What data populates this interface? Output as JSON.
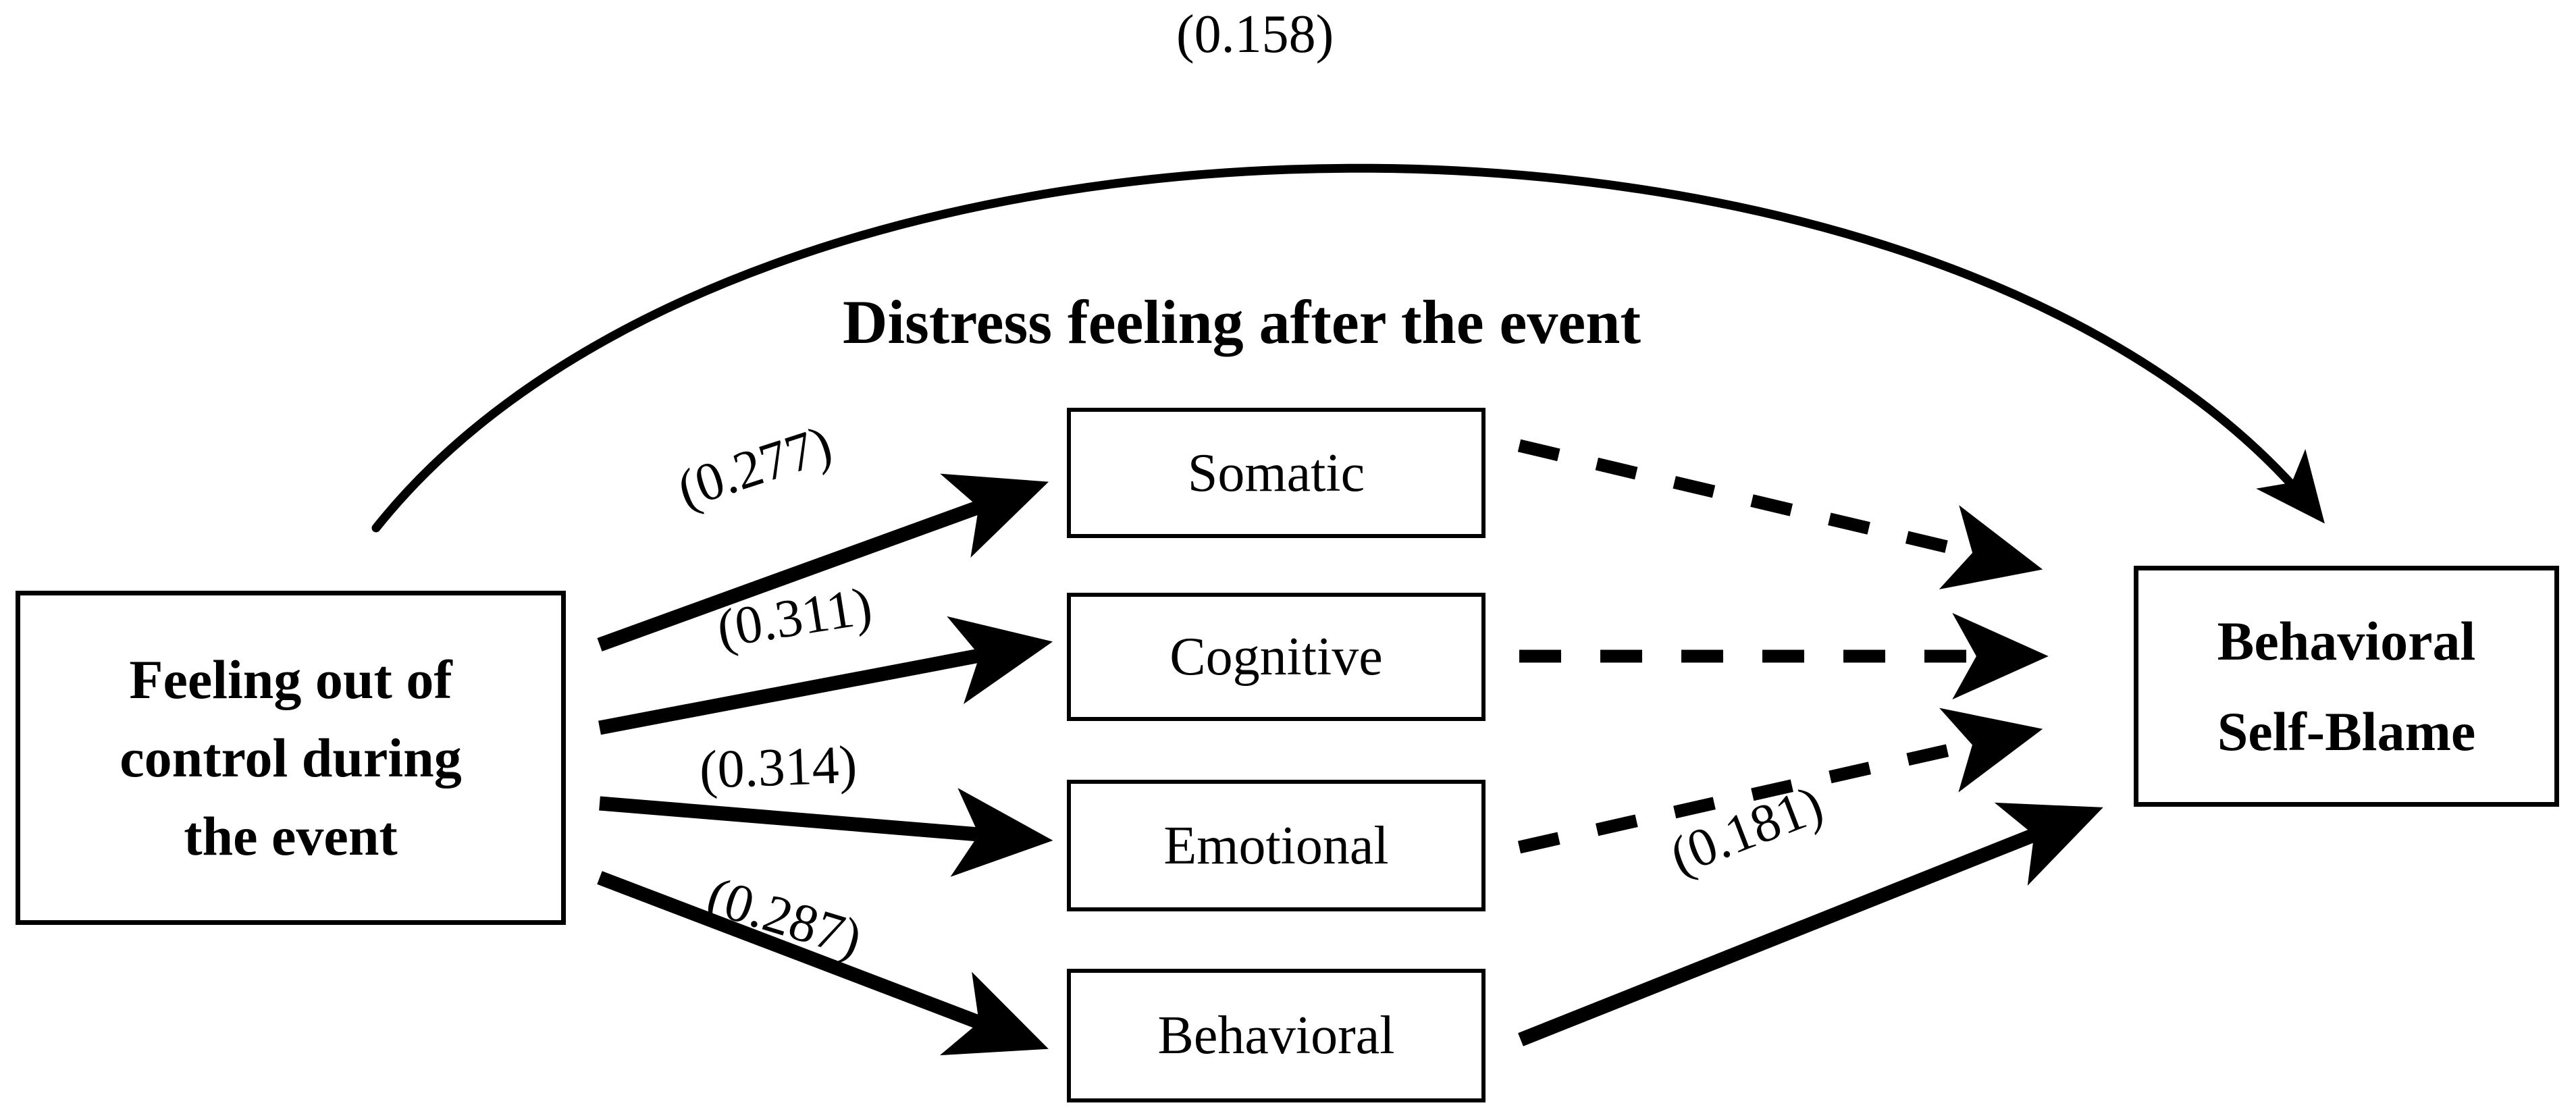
{
  "diagram": {
    "title": "Distress feeling after the event",
    "nodes": {
      "predictor": {
        "lines": [
          "Feeling out of",
          "control during",
          "the event"
        ]
      },
      "mediators": [
        {
          "id": "somatic",
          "label": "Somatic"
        },
        {
          "id": "cognitive",
          "label": "Cognitive"
        },
        {
          "id": "emotional",
          "label": "Emotional"
        },
        {
          "id": "behavioral",
          "label": "Behavioral"
        }
      ],
      "outcome": {
        "lines": [
          "Behavioral",
          "Self-Blame"
        ]
      }
    },
    "coefficients": {
      "total_effect": "(0.158)",
      "predictor_to_somatic": "(0.277)",
      "predictor_to_cognitive": "(0.311)",
      "predictor_to_emotional": "(0.314)",
      "predictor_to_behavioral": "(0.287)",
      "behavioral_to_outcome": "(0.181)"
    },
    "colors": {
      "stroke": "#000000",
      "background": "#ffffff",
      "text": "#000000"
    }
  },
  "chart_data": {
    "type": "diagram",
    "title": "Distress feeling after the event",
    "nodes": [
      {
        "id": "predictor",
        "label": "Feeling out of control during the event",
        "style": "bold-box"
      },
      {
        "id": "somatic",
        "label": "Somatic",
        "style": "plain-box"
      },
      {
        "id": "cognitive",
        "label": "Cognitive",
        "style": "plain-box"
      },
      {
        "id": "emotional",
        "label": "Emotional",
        "style": "plain-box"
      },
      {
        "id": "behavioral",
        "label": "Behavioral",
        "style": "plain-box"
      },
      {
        "id": "outcome",
        "label": "Behavioral Self-Blame",
        "style": "bold-box"
      }
    ],
    "edges": [
      {
        "from": "predictor",
        "to": "outcome",
        "value": 0.158,
        "label": "(0.158)",
        "line": "solid-curved"
      },
      {
        "from": "predictor",
        "to": "somatic",
        "value": 0.277,
        "label": "(0.277)",
        "line": "solid"
      },
      {
        "from": "predictor",
        "to": "cognitive",
        "value": 0.311,
        "label": "(0.311)",
        "line": "solid"
      },
      {
        "from": "predictor",
        "to": "emotional",
        "value": 0.314,
        "label": "(0.314)",
        "line": "solid"
      },
      {
        "from": "predictor",
        "to": "behavioral",
        "value": 0.287,
        "label": "(0.287)",
        "line": "solid"
      },
      {
        "from": "somatic",
        "to": "outcome",
        "value": null,
        "label": "",
        "line": "dashed"
      },
      {
        "from": "cognitive",
        "to": "outcome",
        "value": null,
        "label": "",
        "line": "dashed"
      },
      {
        "from": "emotional",
        "to": "outcome",
        "value": null,
        "label": "",
        "line": "dashed"
      },
      {
        "from": "behavioral",
        "to": "outcome",
        "value": 0.181,
        "label": "(0.181)",
        "line": "solid"
      }
    ]
  }
}
